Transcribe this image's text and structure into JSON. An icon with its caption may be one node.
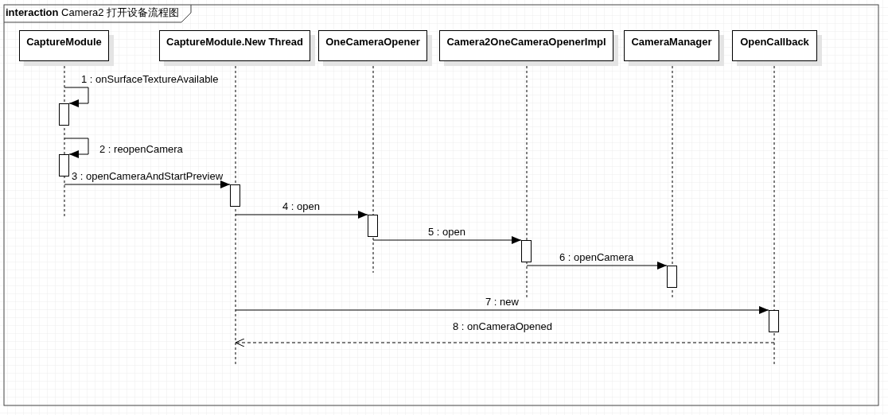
{
  "diagram": {
    "title": "**interaction** Camera2 打开设备流程图",
    "nodes": [
      {
        "text": [
          "CaptureModule"
        ]
      },
      {
        "text": [
          "CaptureModule.New Thread"
        ]
      },
      {
        "text": [
          "OneCameraOpener"
        ]
      },
      {
        "text": [
          "Camera2OneCameraOpenerImpl"
        ]
      },
      {
        "text": [
          "CameraManager"
        ]
      },
      {
        "text": [
          "OpenCallback"
        ]
      },
      {
        "text": [],
        "shape": "line"
      },
      {
        "text": [],
        "shape": "line"
      },
      {
        "text": [],
        "shape": "line"
      },
      {
        "text": [],
        "shape": "line"
      },
      {
        "text": [],
        "shape": "line"
      },
      {
        "text": [],
        "shape": "line"
      },
      {
        "text": [],
        "shape": "bar"
      },
      {
        "text": [],
        "shape": "bar"
      },
      {
        "text": [],
        "shape": "bar"
      },
      {
        "text": [],
        "shape": "bar"
      },
      {
        "text": [],
        "shape": "bar"
      },
      {
        "text": [],
        "shape": "bar"
      },
      {
        "text": [],
        "shape": "bar"
      }
    ],
    "edges": [
      {
        "from": 6,
        "to": 12,
        "arrow": "to",
        "label": "1 : onSurfaceTextureAvailable"
      },
      {
        "from": 6,
        "to": 13,
        "arrow": "to",
        "label": "2 : reopenCamera"
      },
      {
        "from": 6,
        "to": 14,
        "arrow": "to",
        "label": "3 : openCameraAndStartPreview"
      },
      {
        "from": 7,
        "to": 15,
        "arrow": "to",
        "label": "4 : open"
      },
      {
        "from": 8,
        "to": 16,
        "arrow": "to",
        "label": "5 : open"
      },
      {
        "from": 9,
        "to": 17,
        "arrow": "to",
        "label": "6 : openCamera"
      },
      {
        "from": 7,
        "to": 18,
        "arrow": "to",
        "label": "7 : new"
      },
      {
        "from": 11,
        "to": 7,
        "arrow": "to",
        "label": "8 : onCameraOpened",
        "style": "dashed"
      }
    ]
  }
}
